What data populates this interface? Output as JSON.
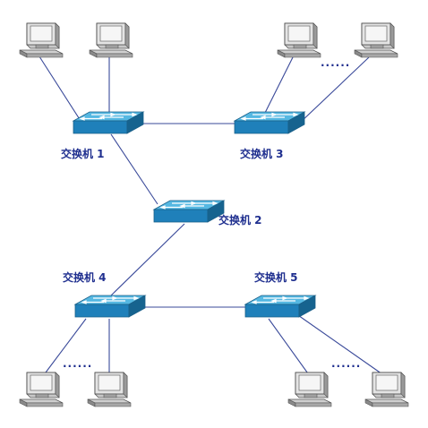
{
  "switches": [
    {
      "id": "sw1",
      "label": "交换机 1"
    },
    {
      "id": "sw2",
      "label": "交换机 2"
    },
    {
      "id": "sw3",
      "label": "交换机 3"
    },
    {
      "id": "sw4",
      "label": "交换机 4"
    },
    {
      "id": "sw5",
      "label": "交换机 5"
    }
  ],
  "ellipsis": "......",
  "colors": {
    "switch_top": "#3fa6d6",
    "switch_front": "#1f7fb8",
    "switch_side": "#16638f",
    "link": "#3a4a9a",
    "label": "#1f2f8f"
  },
  "icons": {
    "switch": "network-switch-icon",
    "computer": "desktop-computer-icon"
  }
}
